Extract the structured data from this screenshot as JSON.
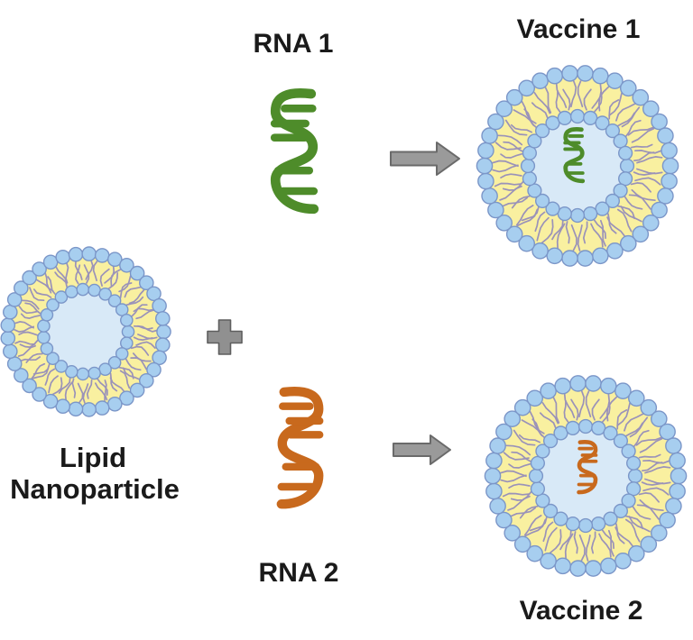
{
  "title": "Lipid nanoparticle RNA vaccine assembly diagram",
  "labels": {
    "rna1": "RNA 1",
    "rna2": "RNA 2",
    "vaccine1": "Vaccine 1",
    "vaccine2": "Vaccine 2",
    "lipid_line1": "Lipid",
    "lipid_line2": "Nanoparticle"
  },
  "colors": {
    "background": "#FFFFFF",
    "label": "#1A1A1A",
    "bead_fill": "#A7CEEF",
    "bead_stroke": "#7B96C8",
    "lipid_band": "#F9F0A0",
    "core": "#D8E9F7",
    "tail": "#9A92B9",
    "rna1": "#4E8C2A",
    "rna2": "#C8691D",
    "arrow_fill": "#9A9A9A",
    "arrow_stroke": "#6A6A6A",
    "plus_fill": "#909090",
    "plus_stroke": "#5E5E5E"
  }
}
